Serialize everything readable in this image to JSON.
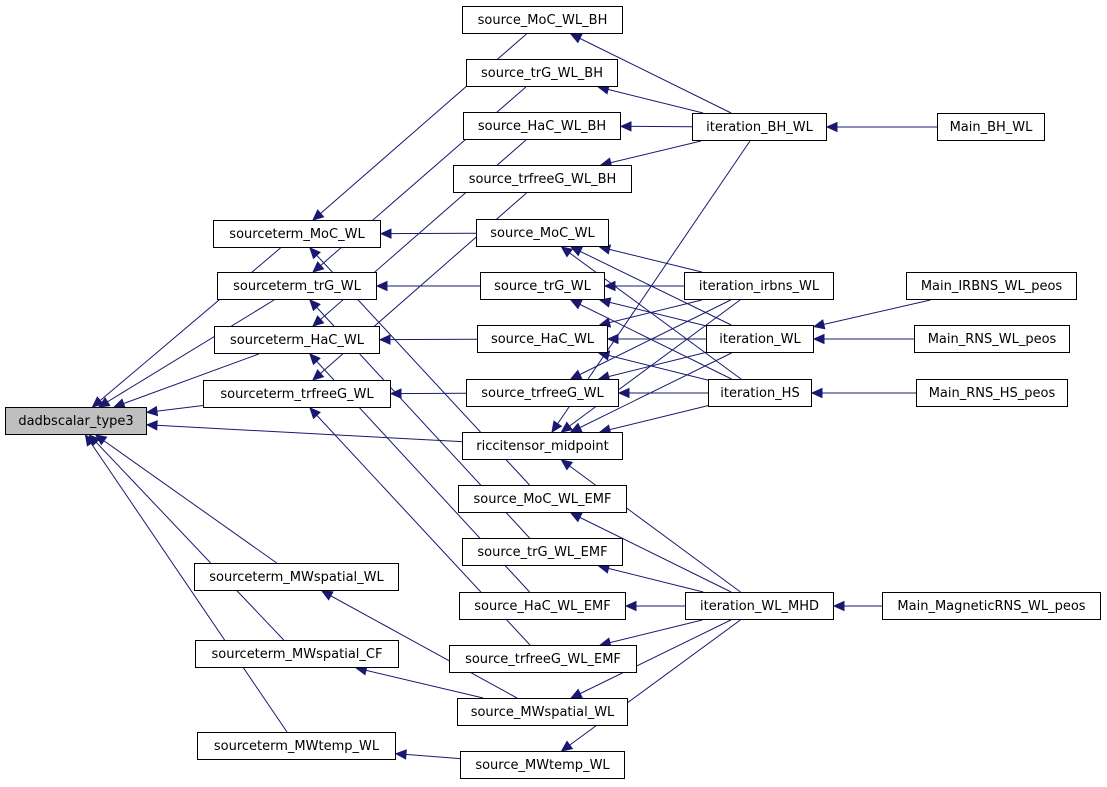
{
  "graph": {
    "edge_color": "#191970",
    "root_fill": "#bfbfbf",
    "nodes": {
      "dadbscalar_type3": "dadbscalar_type3",
      "sourceterm_MoC_WL": "sourceterm_MoC_WL",
      "sourceterm_trG_WL": "sourceterm_trG_WL",
      "sourceterm_HaC_WL": "sourceterm_HaC_WL",
      "sourceterm_trfreeG_WL": "sourceterm_trfreeG_WL",
      "sourceterm_MWspatial_WL": "sourceterm_MWspatial_WL",
      "sourceterm_MWspatial_CF": "sourceterm_MWspatial_CF",
      "sourceterm_MWtemp_WL": "sourceterm_MWtemp_WL",
      "source_MoC_WL_BH": "source_MoC_WL_BH",
      "source_trG_WL_BH": "source_trG_WL_BH",
      "source_HaC_WL_BH": "source_HaC_WL_BH",
      "source_trfreeG_WL_BH": "source_trfreeG_WL_BH",
      "source_MoC_WL": "source_MoC_WL",
      "source_trG_WL": "source_trG_WL",
      "source_HaC_WL": "source_HaC_WL",
      "source_trfreeG_WL": "source_trfreeG_WL",
      "riccitensor_midpoint": "riccitensor_midpoint",
      "source_MoC_WL_EMF": "source_MoC_WL_EMF",
      "source_trG_WL_EMF": "source_trG_WL_EMF",
      "source_HaC_WL_EMF": "source_HaC_WL_EMF",
      "source_trfreeG_WL_EMF": "source_trfreeG_WL_EMF",
      "source_MWspatial_WL": "source_MWspatial_WL",
      "source_MWtemp_WL": "source_MWtemp_WL",
      "iteration_BH_WL": "iteration_BH_WL",
      "iteration_irbns_WL": "iteration_irbns_WL",
      "iteration_WL": "iteration_WL",
      "iteration_HS": "iteration_HS",
      "iteration_WL_MHD": "iteration_WL_MHD",
      "Main_BH_WL": "Main_BH_WL",
      "Main_IRBNS_WL_peos": "Main_IRBNS_WL_peos",
      "Main_RNS_WL_peos": "Main_RNS_WL_peos",
      "Main_RNS_HS_peos": "Main_RNS_HS_peos",
      "Main_MagneticRNS_WL_peos": "Main_MagneticRNS_WL_peos"
    },
    "edges": [
      [
        "sourceterm_MoC_WL",
        "dadbscalar_type3"
      ],
      [
        "sourceterm_trG_WL",
        "dadbscalar_type3"
      ],
      [
        "sourceterm_HaC_WL",
        "dadbscalar_type3"
      ],
      [
        "sourceterm_trfreeG_WL",
        "dadbscalar_type3"
      ],
      [
        "riccitensor_midpoint",
        "dadbscalar_type3"
      ],
      [
        "sourceterm_MWspatial_WL",
        "dadbscalar_type3"
      ],
      [
        "sourceterm_MWspatial_CF",
        "dadbscalar_type3"
      ],
      [
        "sourceterm_MWtemp_WL",
        "dadbscalar_type3"
      ],
      [
        "source_MoC_WL_BH",
        "sourceterm_MoC_WL"
      ],
      [
        "source_MoC_WL",
        "sourceterm_MoC_WL"
      ],
      [
        "source_MoC_WL_EMF",
        "sourceterm_MoC_WL"
      ],
      [
        "source_trG_WL_BH",
        "sourceterm_trG_WL"
      ],
      [
        "source_trG_WL",
        "sourceterm_trG_WL"
      ],
      [
        "source_trG_WL_EMF",
        "sourceterm_trG_WL"
      ],
      [
        "source_HaC_WL_BH",
        "sourceterm_HaC_WL"
      ],
      [
        "source_HaC_WL",
        "sourceterm_HaC_WL"
      ],
      [
        "source_HaC_WL_EMF",
        "sourceterm_HaC_WL"
      ],
      [
        "source_trfreeG_WL_BH",
        "sourceterm_trfreeG_WL"
      ],
      [
        "source_trfreeG_WL",
        "sourceterm_trfreeG_WL"
      ],
      [
        "source_trfreeG_WL_EMF",
        "sourceterm_trfreeG_WL"
      ],
      [
        "source_MWspatial_WL",
        "sourceterm_MWspatial_WL"
      ],
      [
        "source_MWspatial_WL",
        "sourceterm_MWspatial_CF"
      ],
      [
        "source_MWtemp_WL",
        "sourceterm_MWtemp_WL"
      ],
      [
        "iteration_BH_WL",
        "source_MoC_WL_BH"
      ],
      [
        "iteration_BH_WL",
        "source_trG_WL_BH"
      ],
      [
        "iteration_BH_WL",
        "source_HaC_WL_BH"
      ],
      [
        "iteration_BH_WL",
        "source_trfreeG_WL_BH"
      ],
      [
        "iteration_BH_WL",
        "riccitensor_midpoint"
      ],
      [
        "iteration_irbns_WL",
        "source_MoC_WL"
      ],
      [
        "iteration_irbns_WL",
        "source_trG_WL"
      ],
      [
        "iteration_irbns_WL",
        "source_HaC_WL"
      ],
      [
        "iteration_irbns_WL",
        "source_trfreeG_WL"
      ],
      [
        "iteration_irbns_WL",
        "riccitensor_midpoint"
      ],
      [
        "iteration_WL",
        "source_MoC_WL"
      ],
      [
        "iteration_WL",
        "source_trG_WL"
      ],
      [
        "iteration_WL",
        "source_HaC_WL"
      ],
      [
        "iteration_WL",
        "source_trfreeG_WL"
      ],
      [
        "iteration_WL",
        "riccitensor_midpoint"
      ],
      [
        "iteration_HS",
        "source_MoC_WL"
      ],
      [
        "iteration_HS",
        "source_trG_WL"
      ],
      [
        "iteration_HS",
        "source_HaC_WL"
      ],
      [
        "iteration_HS",
        "source_trfreeG_WL"
      ],
      [
        "iteration_HS",
        "riccitensor_midpoint"
      ],
      [
        "iteration_WL_MHD",
        "riccitensor_midpoint"
      ],
      [
        "iteration_WL_MHD",
        "source_MoC_WL_EMF"
      ],
      [
        "iteration_WL_MHD",
        "source_trG_WL_EMF"
      ],
      [
        "iteration_WL_MHD",
        "source_HaC_WL_EMF"
      ],
      [
        "iteration_WL_MHD",
        "source_trfreeG_WL_EMF"
      ],
      [
        "iteration_WL_MHD",
        "source_MWspatial_WL"
      ],
      [
        "iteration_WL_MHD",
        "source_MWtemp_WL"
      ],
      [
        "Main_BH_WL",
        "iteration_BH_WL"
      ],
      [
        "Main_IRBNS_WL_peos",
        "iteration_WL"
      ],
      [
        "Main_RNS_WL_peos",
        "iteration_WL"
      ],
      [
        "Main_RNS_HS_peos",
        "iteration_HS"
      ],
      [
        "Main_MagneticRNS_WL_peos",
        "iteration_WL_MHD"
      ]
    ]
  }
}
